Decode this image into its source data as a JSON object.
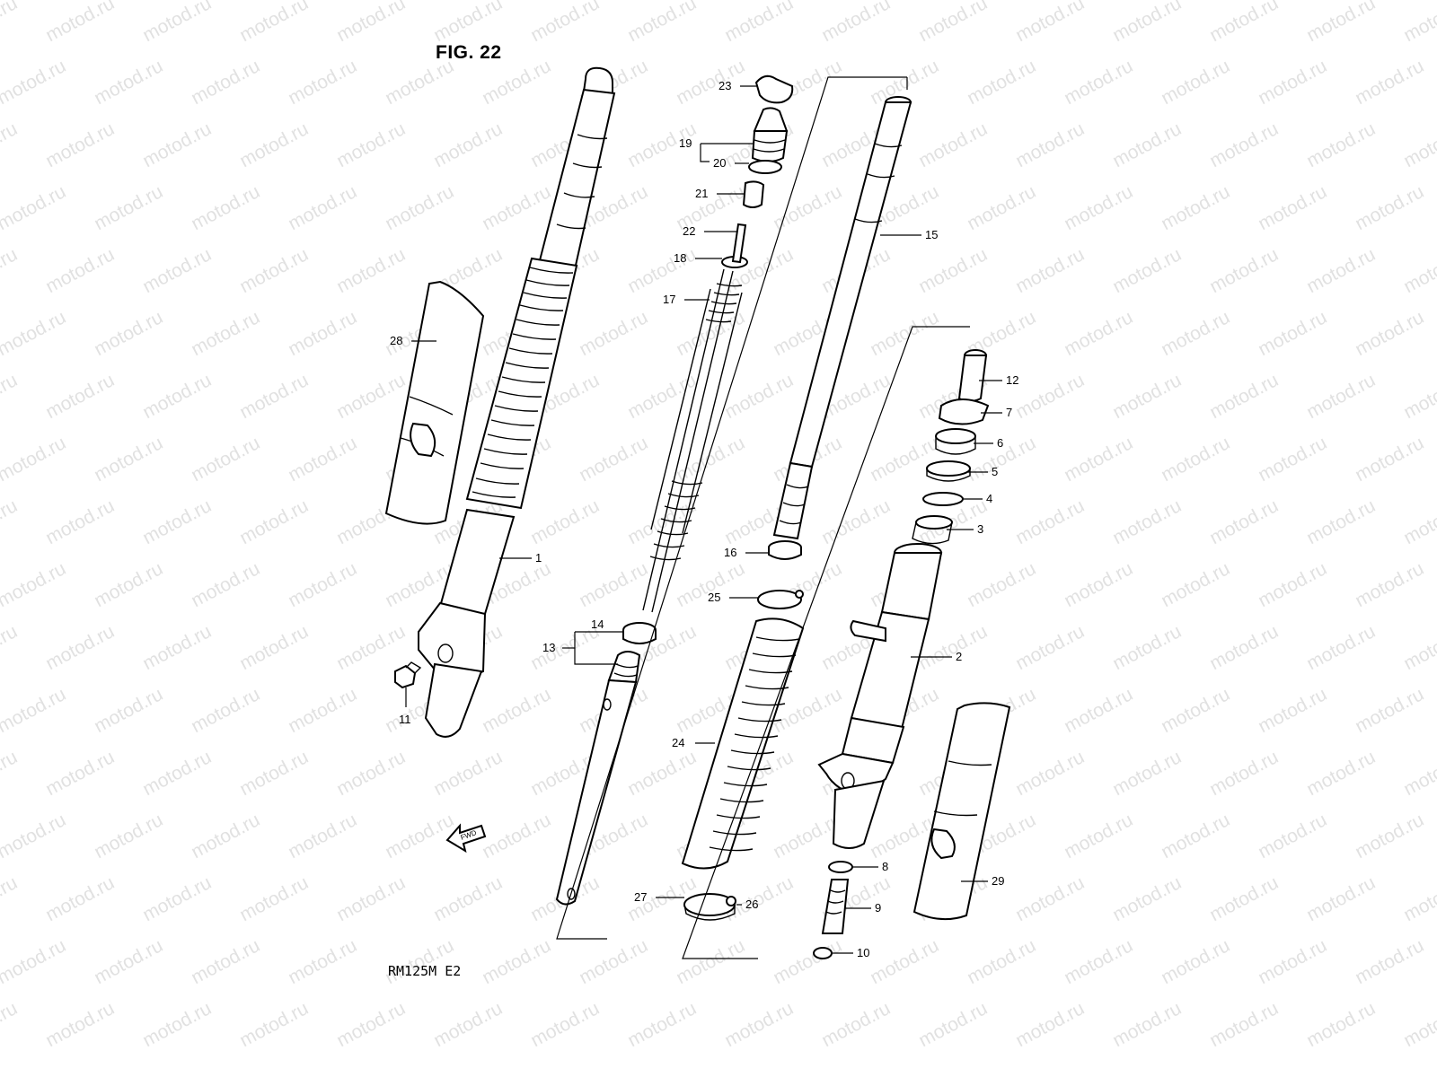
{
  "figure": {
    "title": "FIG. 22",
    "model_code": "RM125M E2",
    "watermark_text": "motod.ru",
    "fwd_label": "FWD"
  },
  "colors": {
    "line": "#000000",
    "watermark": "#c9c9c9",
    "background": "#ffffff"
  },
  "parts": [
    {
      "ref": "1",
      "label": "1"
    },
    {
      "ref": "2",
      "label": "2"
    },
    {
      "ref": "3",
      "label": "3"
    },
    {
      "ref": "4",
      "label": "4"
    },
    {
      "ref": "5",
      "label": "5"
    },
    {
      "ref": "6",
      "label": "6"
    },
    {
      "ref": "7",
      "label": "7"
    },
    {
      "ref": "8",
      "label": "8"
    },
    {
      "ref": "9",
      "label": "9"
    },
    {
      "ref": "10",
      "label": "10"
    },
    {
      "ref": "11",
      "label": "11"
    },
    {
      "ref": "12",
      "label": "12"
    },
    {
      "ref": "13",
      "label": "13"
    },
    {
      "ref": "14",
      "label": "14"
    },
    {
      "ref": "15",
      "label": "15"
    },
    {
      "ref": "16",
      "label": "16"
    },
    {
      "ref": "17",
      "label": "17"
    },
    {
      "ref": "18",
      "label": "18"
    },
    {
      "ref": "19",
      "label": "19"
    },
    {
      "ref": "20",
      "label": "20"
    },
    {
      "ref": "21",
      "label": "21"
    },
    {
      "ref": "22",
      "label": "22"
    },
    {
      "ref": "23",
      "label": "23"
    },
    {
      "ref": "24",
      "label": "24"
    },
    {
      "ref": "25",
      "label": "25"
    },
    {
      "ref": "26",
      "label": "26"
    },
    {
      "ref": "27",
      "label": "27"
    },
    {
      "ref": "28",
      "label": "28"
    },
    {
      "ref": "29",
      "label": "29"
    }
  ]
}
